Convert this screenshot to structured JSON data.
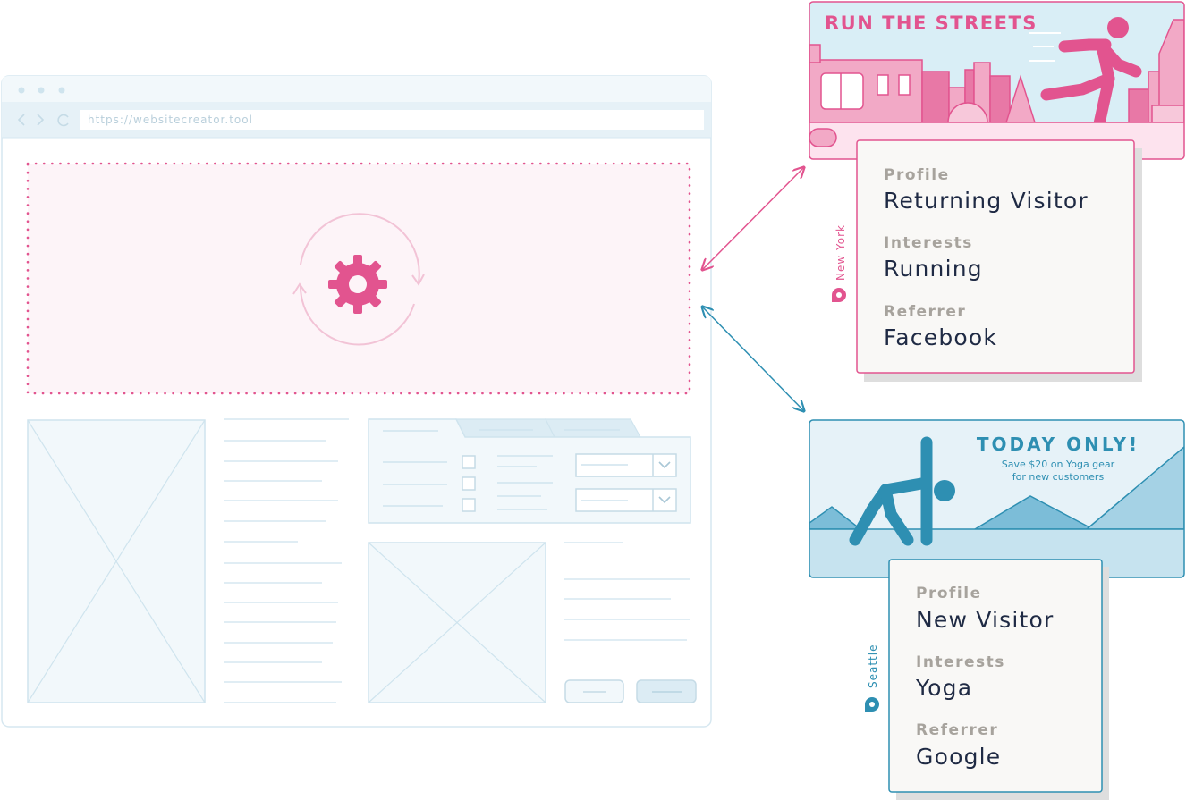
{
  "browser": {
    "url": "https://websitecreator.tool"
  },
  "colors": {
    "pink": "#e2548f",
    "blue": "#2e8fb2",
    "wire": "#cfe4ee",
    "wire_fill": "#f2f8fb"
  },
  "banner_running": {
    "title": "RUN THE STREETS"
  },
  "banner_yoga": {
    "title": "TODAY ONLY!",
    "line1": "Save $20 on Yoga gear",
    "line2": "for new customers"
  },
  "profiles": [
    {
      "city": "New York",
      "rows": [
        {
          "label": "Profile",
          "value": "Returning Visitor"
        },
        {
          "label": "Interests",
          "value": "Running"
        },
        {
          "label": "Referrer",
          "value": "Facebook"
        }
      ]
    },
    {
      "city": "Seattle",
      "rows": [
        {
          "label": "Profile",
          "value": "New Visitor"
        },
        {
          "label": "Interests",
          "value": "Yoga"
        },
        {
          "label": "Referrer",
          "value": "Google"
        }
      ]
    }
  ],
  "icons": [
    "gear-icon",
    "refresh-cycle-icon",
    "location-pin-icon",
    "back-arrow-icon",
    "forward-arrow-icon",
    "reload-icon",
    "chevron-down-icon"
  ]
}
